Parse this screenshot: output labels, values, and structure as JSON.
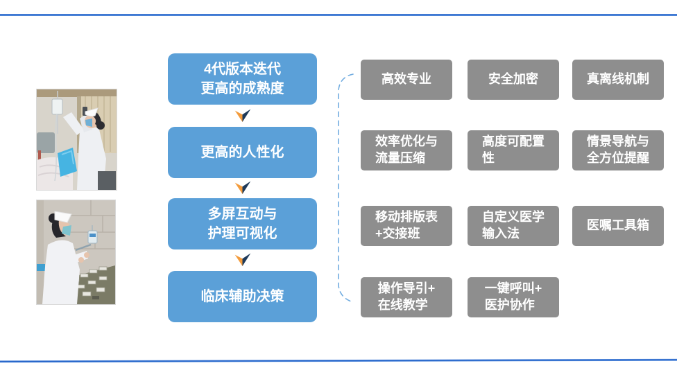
{
  "flow_steps": [
    {
      "label": "4代版本迭代\n更高的成熟度"
    },
    {
      "label": "更高的人性化"
    },
    {
      "label": "多屏互动与\n护理可视化"
    },
    {
      "label": "临床辅助决策"
    }
  ],
  "features": [
    {
      "label": "高效专业"
    },
    {
      "label": "安全加密"
    },
    {
      "label": "真离线机制"
    },
    {
      "label": "效率优化与\n流量压缩"
    },
    {
      "label": "高度可配置\n性"
    },
    {
      "label": "情景导航与\n全方位提醒"
    },
    {
      "label": "移动排版表\n+交接班"
    },
    {
      "label": "自定义医学\n输入法"
    },
    {
      "label": "医嘱工具箱"
    },
    {
      "label": "操作导引+\n在线教学"
    },
    {
      "label": "一键呼叫+\n医护协作"
    }
  ],
  "photos": [
    {
      "name": "nurse-adjusting-iv-photo"
    },
    {
      "name": "nurse-preparing-medication-photo"
    }
  ],
  "colors": {
    "flow_box": "#5ba0d8",
    "feature_box": "#8e8e8e",
    "arrow_orange": "#f39b3b",
    "arrow_navy": "#1e3a5a",
    "border_line": "#2b6cce",
    "bracket_dash": "#71ace0"
  }
}
